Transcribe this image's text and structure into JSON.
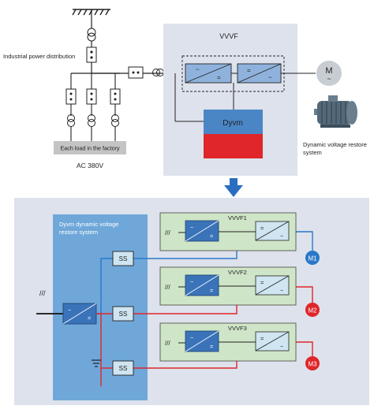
{
  "top": {
    "industrial_label": "Industrial power distribution",
    "load_label": "Each load in the factory",
    "supply_label": "AC 380V",
    "vvvf_title": "VVVF",
    "dyvm_label": "Dyvm",
    "motor_symbol": "M",
    "motor_tilde": "~",
    "drs_label_line1": "Dynamic voltage restore",
    "drs_label_line2": "system"
  },
  "bottom": {
    "panel_title_line1": "Dyvm dynamic voltage",
    "panel_title_line2": "restore system",
    "ss_label": "SS",
    "vvvf_labels": [
      "VVVF1",
      "VVVF2",
      "VVVF3"
    ],
    "motor_labels": [
      "M1",
      "M2",
      "M3"
    ],
    "bus_mark": "///"
  },
  "colors": {
    "panel_gray": "#dde2ec",
    "dyvm_blue_panel": "#6fa7d9",
    "vvvf_green": "#cfe5c7",
    "converter_blue": "#3b73b9",
    "ss_fill": "#cfe5f1",
    "red_line": "#e0262a",
    "blue_line": "#2a78c8",
    "dyvm_box_top": "#4a86c6",
    "dyvm_box_bottom": "#e0262a",
    "arrow_blue": "#2a6fbf",
    "motor_gray": "#c8cdd3"
  },
  "icons": [
    "circuit-breaker-icon",
    "transformer-icon",
    "motor-icon",
    "down-arrow-icon",
    "rectifier-icon",
    "inverter-icon",
    "ground-icon"
  ]
}
